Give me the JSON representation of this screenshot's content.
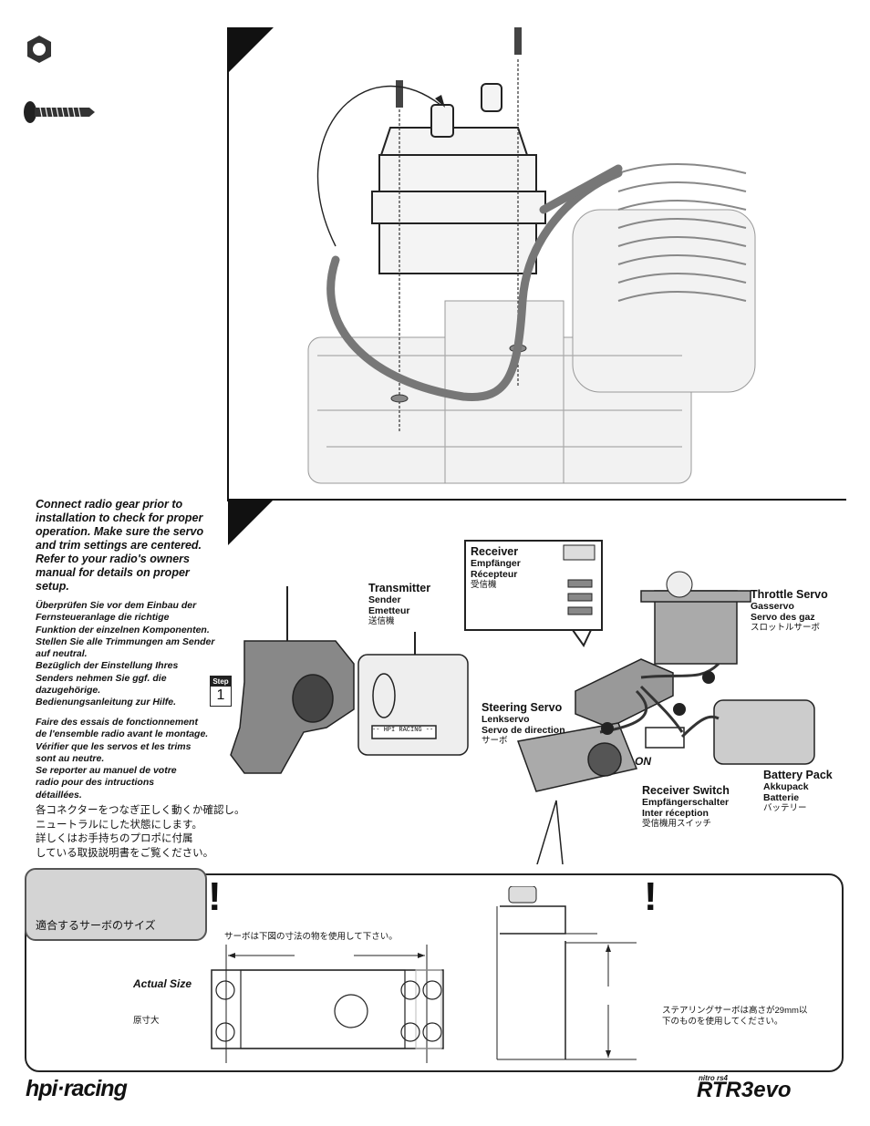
{
  "instructions": {
    "english": "Connect radio gear prior to installation to check for proper operation. Make sure the servo and trim settings are centered. Refer to your radio's owners manual for details on proper setup.",
    "german": "Überprüfen Sie vor dem Einbau der\nFernsteueranlage die richtige\nFunktion der einzelnen Komponenten.\nStellen Sie alle Trimmungen am Sender\nauf neutral.\nBezüglich der Einstellung Ihres\nSenders nehmen Sie ggf. die\ndazugehörige.\nBedienungsanleitung zur Hilfe.",
    "french": "Faire des essais de fonctionnement\nde l'ensemble radio avant le montage.\nVérifier que les servos et les trims\nsont au neutre.\nSe reporter au manuel de votre\nradio pour des intructions\ndétaillées.",
    "japanese": "各コネクターをつなぎ正しく動くか確認し。\nニュートラルにした状態にします。\n詳しくはお手持ちのプロポに付属\nしている取扱説明書をご覧ください。"
  },
  "step": {
    "label": "Step",
    "number": "1"
  },
  "receiver": {
    "en": "Receiver",
    "de": "Empfänger",
    "fr": "Récepteur",
    "jp": "受信機"
  },
  "transmitter": {
    "en": "Transmitter",
    "de": "Sender",
    "fr": "Emetteur",
    "jp": "送信機",
    "screen_text": "-- HPI RACING --"
  },
  "throttle_servo": {
    "en": "Throttle Servo",
    "de": "Gasservo",
    "fr": "Servo des gaz",
    "jp": "スロットルサーボ"
  },
  "steering_servo": {
    "en": "Steering Servo",
    "de": "Lenkservo",
    "fr": "Servo de direction",
    "jp": "サーボ"
  },
  "receiver_switch": {
    "on_label": "ON",
    "en": "Receiver Switch",
    "de": "Empfängerschalter",
    "fr": "Inter réception",
    "jp": "受信機用スイッチ"
  },
  "battery_pack": {
    "en": "Battery Pack",
    "de": "Akkupack",
    "fr": "Batterie",
    "jp": "バッテリー"
  },
  "servo_size": {
    "tab_jp": "適合するサーボのサイズ",
    "note_jp": "サーボは下図の寸法の物を使用して下さい。",
    "actual_size_en": "Actual Size",
    "actual_size_jp": "原寸大",
    "height_note_jp": "ステアリングサーボは高さが29mm以\n下のものを使用してください。"
  },
  "footer": {
    "brand_left": "hpi·racing",
    "brand_right_small": "nitro rs4",
    "brand_right": "RTR3evo"
  },
  "colors": {
    "hose": "#777777",
    "panel_bg": "#d4d4d4",
    "ink": "#111111"
  },
  "icons": [
    "washer-icon",
    "screw-icon",
    "warning-exclamation-icon"
  ]
}
